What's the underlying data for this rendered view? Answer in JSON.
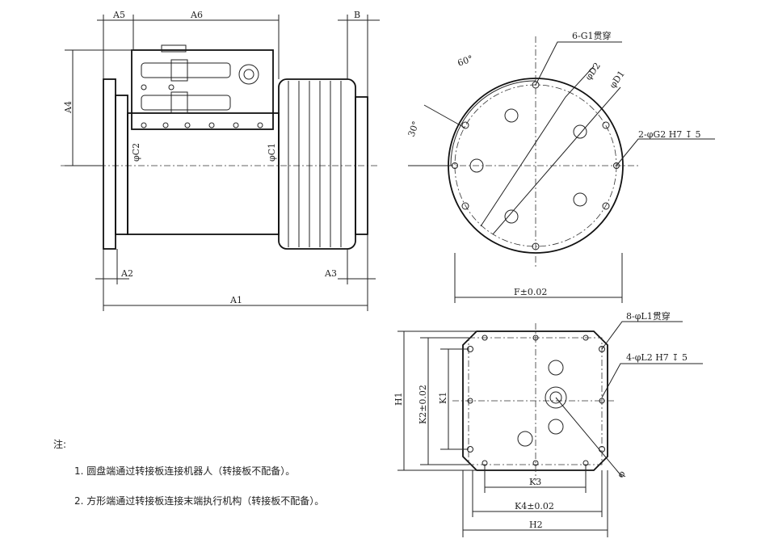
{
  "side_view": {
    "A1": "A1",
    "A2": "A2",
    "A3": "A3",
    "A4": "A4",
    "A5": "A5",
    "A6": "A6",
    "B": "B",
    "C1": "φC1",
    "C2": "φC2"
  },
  "round_view": {
    "holes_through": "6-G1贯穿",
    "D2": "φD2",
    "D1": "φD1",
    "pin_holes": "2-φG2 H7 ↧ 5",
    "F": "F±0.02",
    "angle_60": "60°",
    "angle_30": "30°"
  },
  "square_view": {
    "holes_through": "8-φL1贯穿",
    "pin_holes": "4-φL2 H7 ↧ 5",
    "H1": "H1",
    "K2": "K2±0.02",
    "K1": "K1",
    "K3": "K3",
    "K4": "K4±0.02",
    "H2": "H2",
    "phi": "φ"
  },
  "notes": {
    "title": "注:",
    "items": [
      "1. 圆盘端通过转接板连接机器人（转接板不配备）。",
      "2. 方形端通过转接板连接末端执行机构（转接板不配备）。"
    ]
  }
}
